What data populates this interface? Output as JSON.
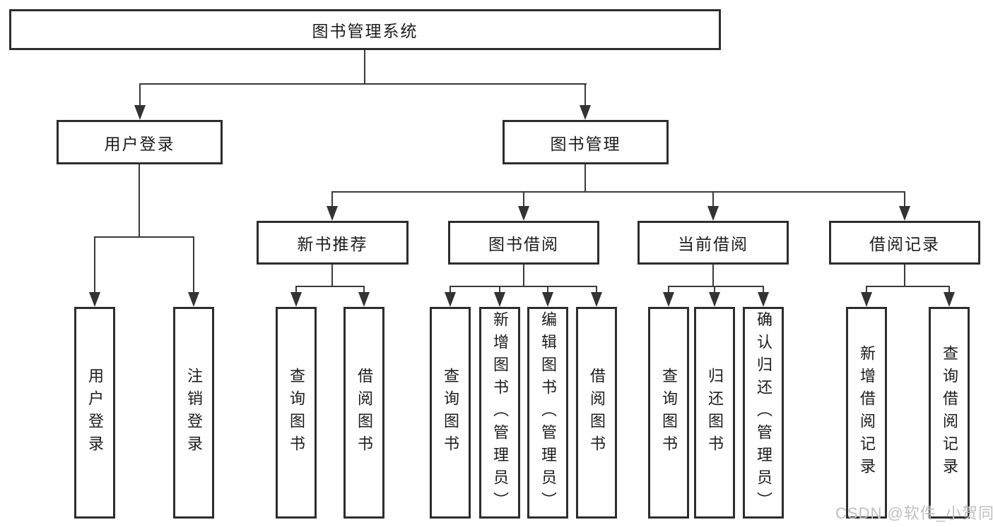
{
  "diagram": {
    "root": "图书管理系统",
    "level2": {
      "user_login": "用户登录",
      "book_management": "图书管理"
    },
    "level3": {
      "new_book_recommend": "新书推荐",
      "book_borrow": "图书借阅",
      "current_borrow": "当前借阅",
      "borrow_records": "借阅记录"
    },
    "leaves": {
      "user_login": "用户登录",
      "logout": "注销登录",
      "rec_query_books": "查询图书",
      "rec_borrow_books": "借阅图书",
      "bb_query_books": "查询图书",
      "bb_add_books_admin": "新增图书（管理员）",
      "bb_edit_books_admin": "编辑图书（管理员）",
      "bb_borrow_books": "借阅图书",
      "cb_query_books": "查询图书",
      "cb_return_books": "归还图书",
      "cb_confirm_return_admin": "确认归还（管理员）",
      "br_add_record": "新增借阅记录",
      "br_query_record": "查询借阅记录"
    }
  },
  "watermark": "CSDN @软件_小贺同学",
  "colors": {
    "line": "#3a3a3a",
    "border": "#2d2d2d",
    "text": "#1c1c1c",
    "watermark": "#bfbfbf",
    "background": "#ffffff"
  }
}
